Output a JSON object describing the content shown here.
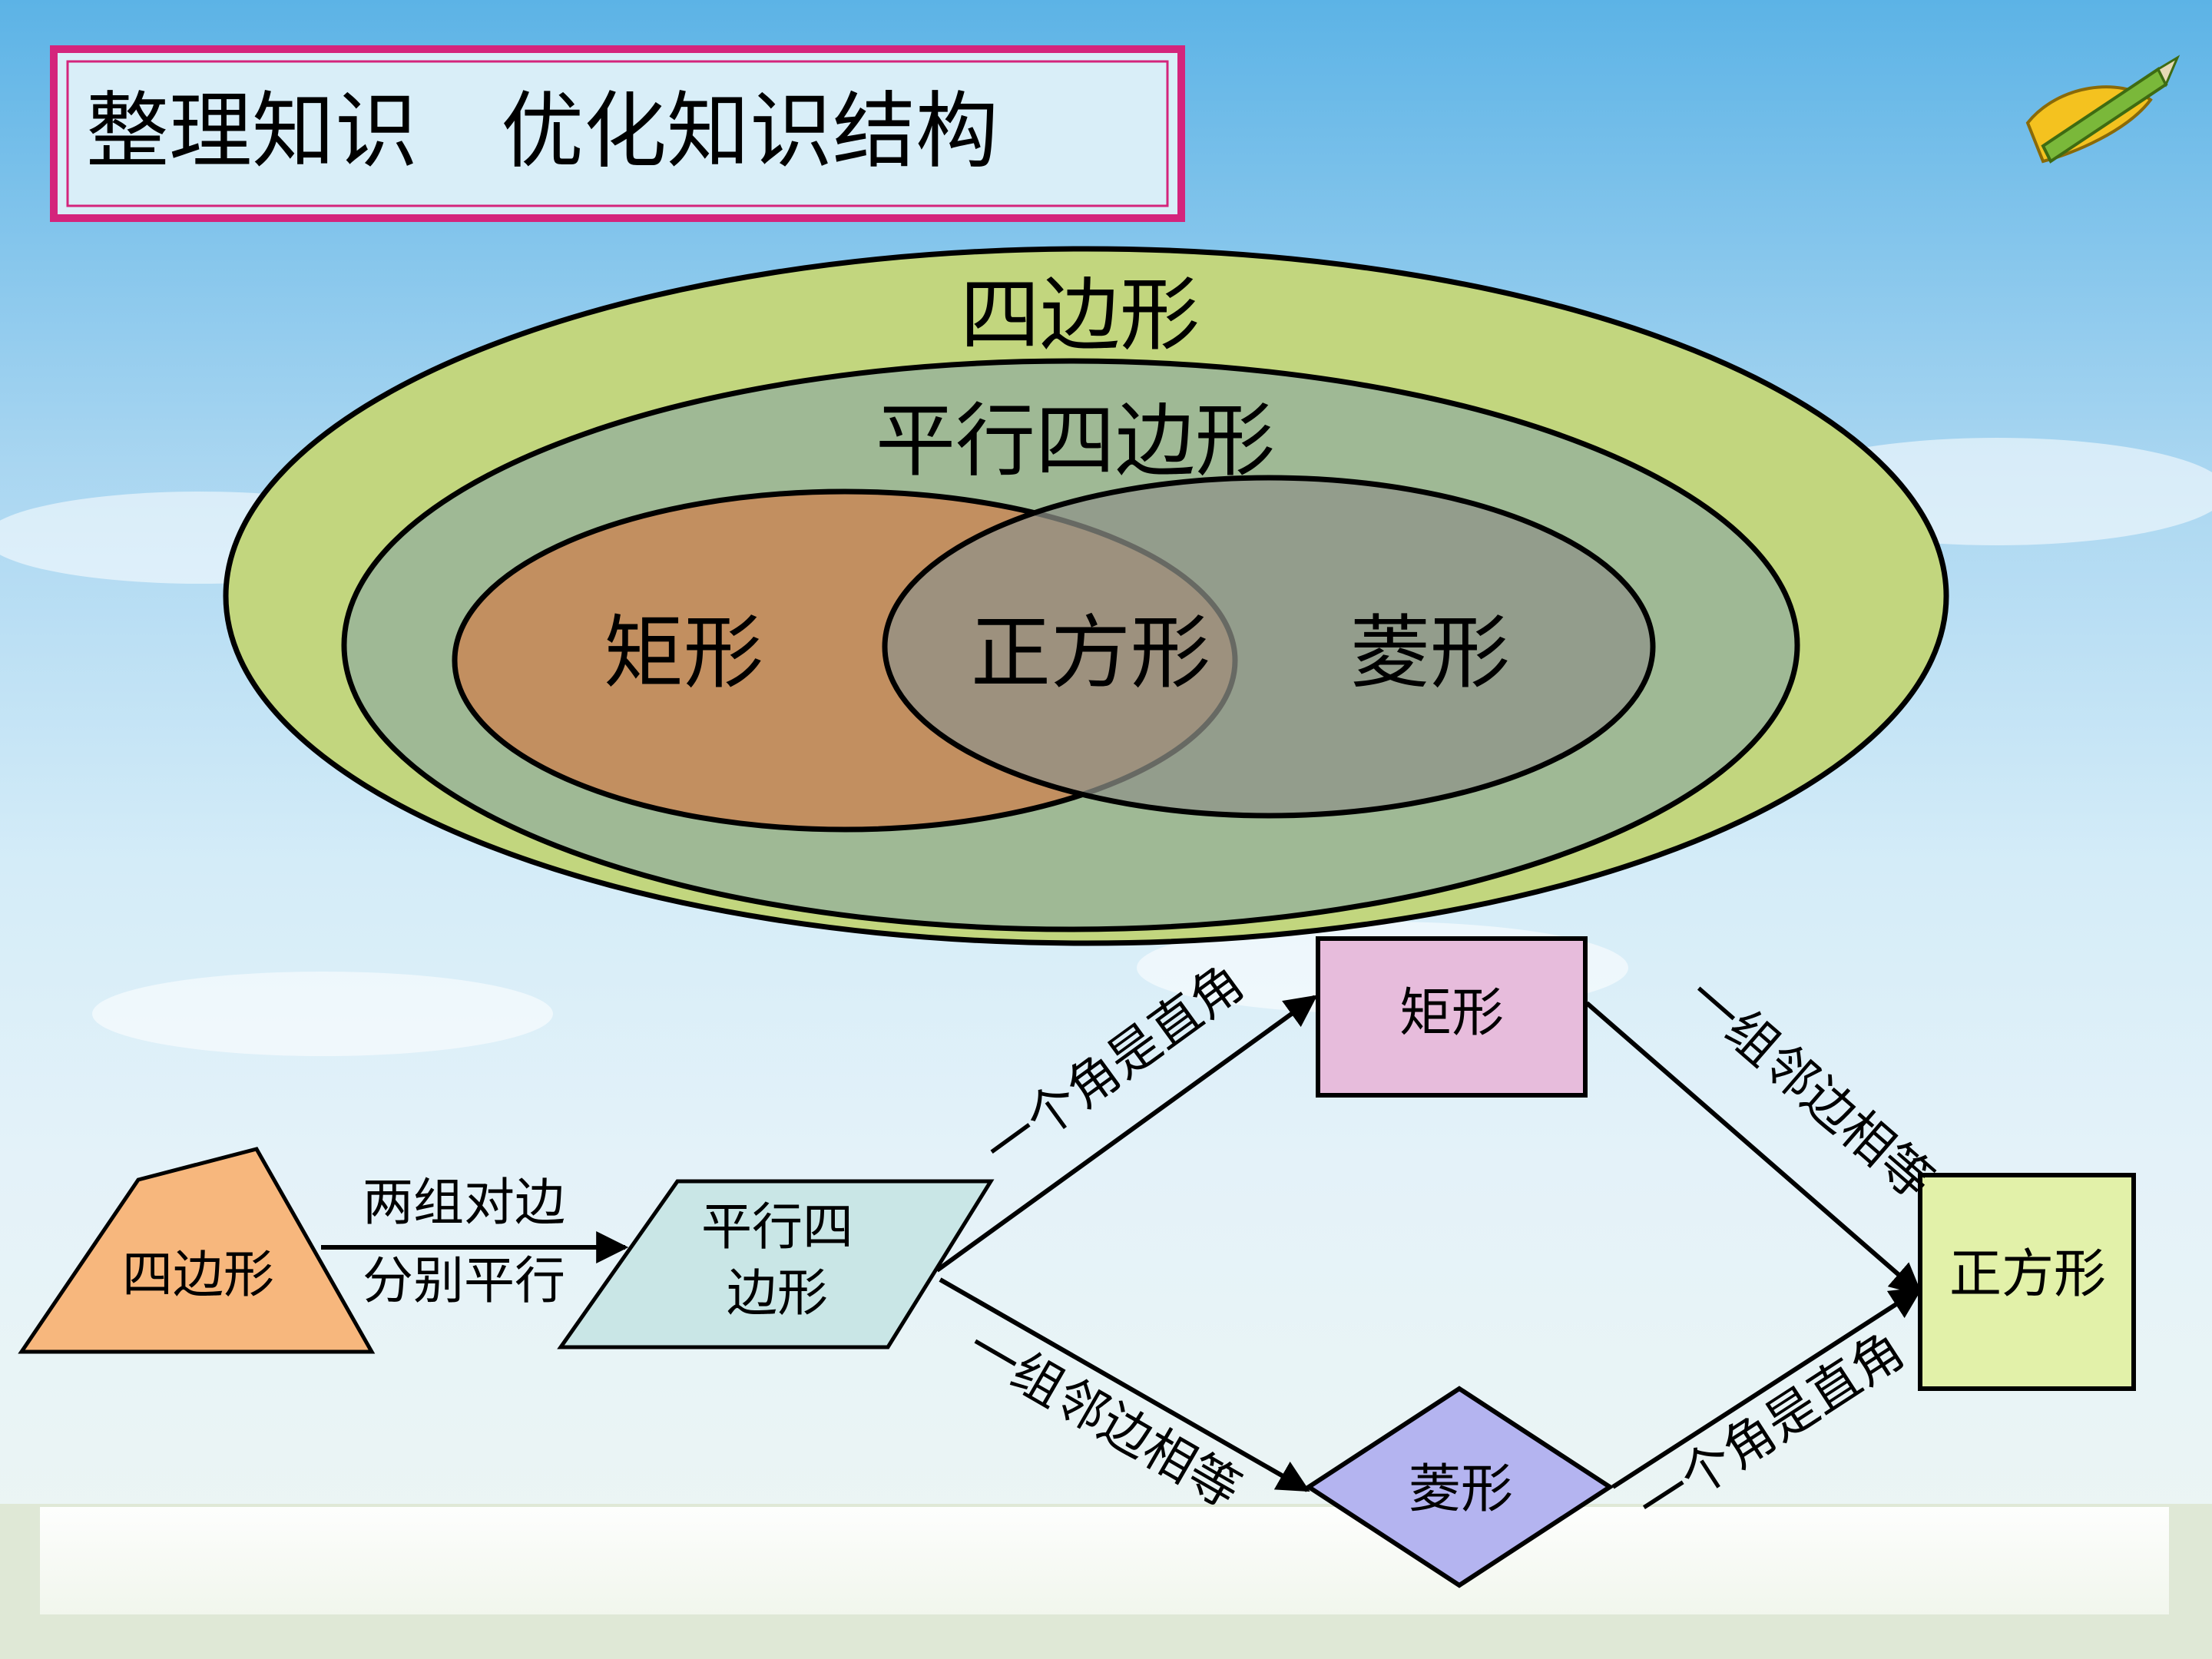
{
  "slide": {
    "title": "整理知识　优化知识结构"
  },
  "venn": {
    "quadrilateral": "四边形",
    "parallelogram": "平行四边形",
    "rectangle": "矩形",
    "square": "正方形",
    "rhombus": "菱形"
  },
  "flow": {
    "quad_node": "四边形",
    "edge_quad_to_para_line1": "两组对边",
    "edge_quad_to_para_line2": "分别平行",
    "para_node_line1": "平行四",
    "para_node_line2": "边形",
    "edge_para_to_rect": "一个角是直角",
    "edge_para_to_rhombus": "一组邻边相等",
    "rect_node": "矩形",
    "rhombus_node": "菱形",
    "edge_rect_to_square": "一组邻边相等",
    "edge_rhombus_to_square": "一个角是直角",
    "square_node": "正方形"
  },
  "colors": {
    "title_border": "#d4247c",
    "outer_ellipse": "#c2d67e",
    "para_ellipse": "#9fb995",
    "rect_ellipse": "#c48b5b",
    "rhombus_ellipse": "#8f9189",
    "quad_node": "#f7b77d",
    "para_node": "#c9e6e6",
    "rect_node": "#e7bcdc",
    "rhombus_node": "#b4b4f0",
    "square_node": "#e2f1a9"
  }
}
